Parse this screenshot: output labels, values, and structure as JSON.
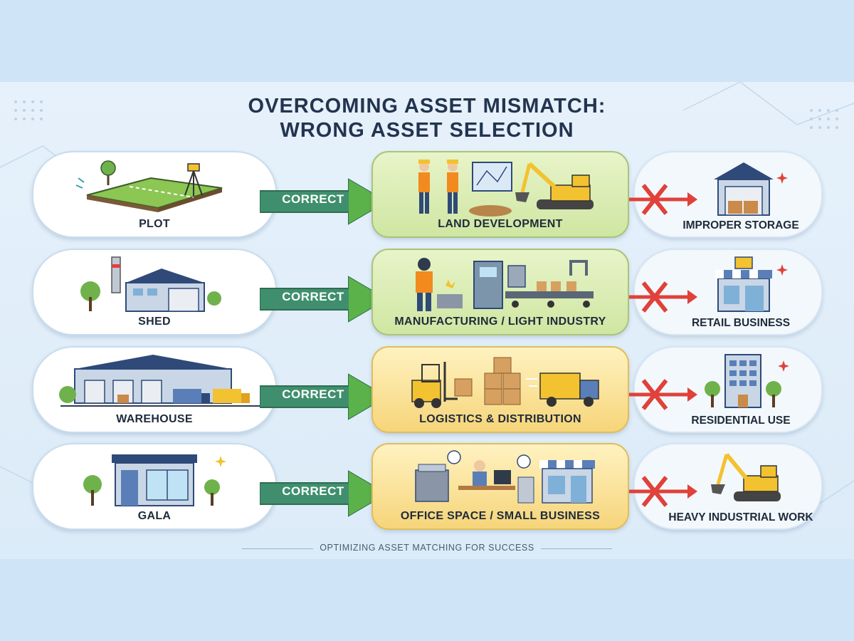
{
  "title": {
    "line1": "OVERCOMING ASSET MISMATCH:",
    "line2": "WRONG ASSET SELECTION"
  },
  "arrow_label": "CORRECT",
  "rows": [
    {
      "asset": "PLOT",
      "correct_use": "LAND DEVELOPMENT",
      "wrong_use": "IMPROPER STORAGE",
      "use_color": "green"
    },
    {
      "asset": "SHED",
      "correct_use": "MANUFACTURING / LIGHT INDUSTRY",
      "wrong_use": "RETAIL BUSINESS",
      "use_color": "green"
    },
    {
      "asset": "WAREHOUSE",
      "correct_use": "LOGISTICS & DISTRIBUTION",
      "wrong_use": "RESIDENTIAL USE",
      "use_color": "yellow"
    },
    {
      "asset": "GALA",
      "correct_use": "OFFICE SPACE / SMALL BUSINESS",
      "wrong_use": "HEAVY INDUSTRIAL WORK",
      "use_color": "yellow"
    }
  ],
  "footer": "OPTIMIZING ASSET MATCHING FOR SUCCESS",
  "colors": {
    "background": "#cfe4f6",
    "title": "#23344f",
    "arrow": "#3f8f6e",
    "green_card": "#cfe6a2",
    "yellow_card": "#f6d57a",
    "x_mark": "#e0413a"
  },
  "icons": {
    "row1": [
      "plot-land-icon",
      "construction-workers-excavator-icon",
      "storage-garage-icon"
    ],
    "row2": [
      "factory-shed-icon",
      "welder-assembly-line-icon",
      "retail-storefront-icon"
    ],
    "row3": [
      "warehouse-trucks-icon",
      "forklift-boxes-truck-icon",
      "apartment-building-icon"
    ],
    "row4": [
      "gala-shop-unit-icon",
      "office-desk-storefront-icon",
      "excavator-icon"
    ]
  }
}
